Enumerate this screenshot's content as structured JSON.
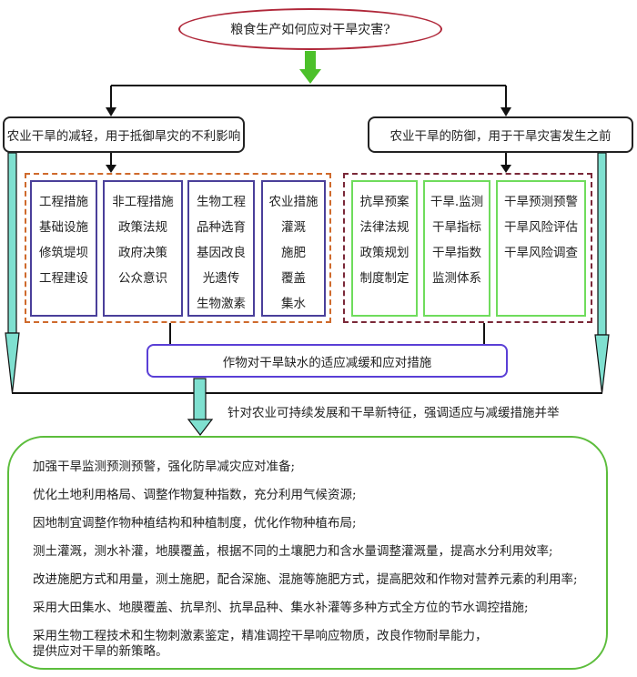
{
  "title": "粮食生产如何应对干旱灾害?",
  "branches": {
    "left": "农业干旱的减轻，用于抵御旱灾的不利影响",
    "right": "农业干旱的防御，用于干旱灾害发生之前"
  },
  "mitigation_groups": [
    {
      "lines": [
        "工程措施",
        "基础设施",
        "修筑堤坝",
        "工程建设"
      ]
    },
    {
      "lines": [
        "非工程措施",
        "政策法规",
        "政府决策",
        "公众意识"
      ]
    },
    {
      "lines": [
        "生物工程",
        "品种选育",
        "基因改良",
        "光遗传",
        "生物激素"
      ]
    },
    {
      "lines": [
        "农业措施",
        "灌溉",
        "施肥",
        "覆盖",
        "集水"
      ]
    }
  ],
  "defense_groups": [
    {
      "lines": [
        "抗旱预案",
        "法律法规",
        "政策规划",
        "制度制定"
      ]
    },
    {
      "lines": [
        "干旱.监测",
        "干旱指标",
        "干旱指数",
        "监测体系"
      ]
    },
    {
      "lines": [
        "干旱预测预警",
        "干旱风险评估",
        "干旱风险调查"
      ]
    }
  ],
  "center_box": "作物对干旱缺水的适应减缓和应对措施",
  "caption": "针对农业可持续发展和干旱新特征，强调适应与减缓措施并举",
  "strategies": [
    {
      "text": "加强干旱监测预测预警，强化防旱减灾应对准备;"
    },
    {
      "text": "优化土地利用格局、调整作物复种指数，充分利用气候资源;"
    },
    {
      "text": "因地制宜调整作物种植结构和种植制度，优化作物种植布局;"
    },
    {
      "text": "测土灌溉，测水补灌，地膜覆盖，根据不同的土壤肥力和含水量调整灌溉量，提高水分利用效率;"
    },
    {
      "text": "改进施肥方式和用量，测土施肥，配合深施、混施等施肥方式，提高肥效和作物对营养元素的利用率;"
    },
    {
      "text": "采用大田集水、地膜覆盖、抗旱剂、抗旱品种、集水补灌等多种方式全方位的节水调控措施;"
    },
    {
      "text": "采用生物工程技术和生物刺激素鉴定，精准调控干旱响应物质，改良作物耐旱能力，",
      "continuation": "提供应对干旱的新策略。"
    }
  ],
  "colors": {
    "title_border": "#b0283a",
    "green_arrow": "#4cc02a",
    "teal_arrow": "#7fe0d0",
    "mitigation_dash": "#cf6a2c",
    "defense_dash": "#7a2838",
    "mitigation_box": "#4a3f9a",
    "defense_box": "#6fdc5c",
    "center_box": "#5a3fd6",
    "bottom_box": "#5cbd3c"
  }
}
